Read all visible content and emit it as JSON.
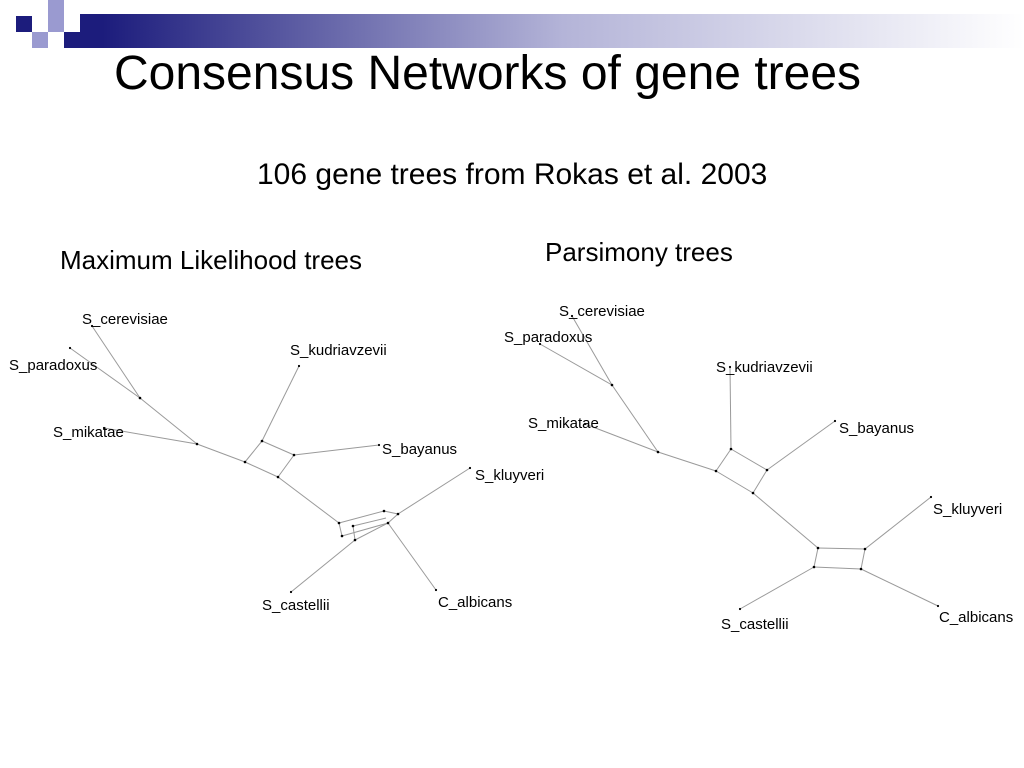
{
  "slide": {
    "title": "Consensus Networks of gene trees",
    "subtitle": "106 gene trees from Rokas et al. 2003"
  },
  "panels": {
    "ml": {
      "title": "Maximum Likelihood trees",
      "taxa": {
        "S_cerevisiae": "S_cerevisiae",
        "S_paradoxus": "S_paradoxus",
        "S_mikatae": "S_mikatae",
        "S_kudriavzevii": "S_kudriavzevii",
        "S_bayanus": "S_bayanus",
        "S_kluyveri": "S_kluyveri",
        "S_castellii": "S_castellii",
        "C_albicans": "C_albicans"
      }
    },
    "pars": {
      "title": "Parsimony trees",
      "taxa": {
        "S_cerevisiae": "S_cerevisiae",
        "S_paradoxus": "S_paradoxus",
        "S_mikatae": "S_mikatae",
        "S_kudriavzevii": "S_kudriavzevii",
        "S_bayanus": "S_bayanus",
        "S_kluyveri": "S_kluyveri",
        "S_castellii": "S_castellii",
        "C_albicans": "C_albicans"
      }
    }
  },
  "colors": {
    "header_dark": "#1c1c7c",
    "header_light": "#ffffff",
    "squares_dark": "#1c1c7c",
    "squares_light": "#9a9ad0",
    "edge": "#9a9a9a",
    "node": "#000000"
  }
}
